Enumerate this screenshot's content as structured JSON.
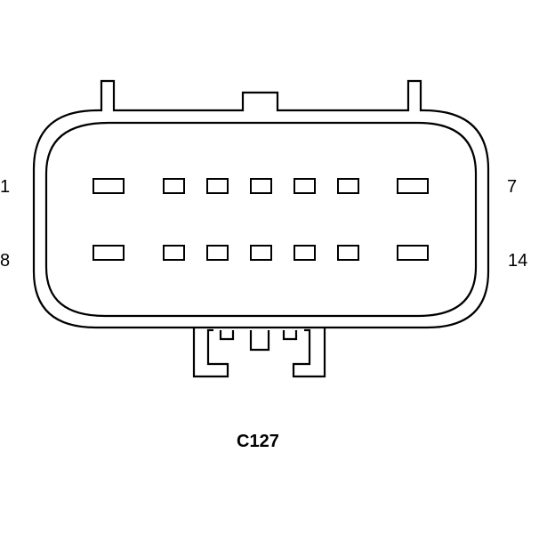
{
  "connector": {
    "id": "C127",
    "pin_labels": {
      "top_left": "1",
      "top_right": "7",
      "bottom_left": "8",
      "bottom_right": "14"
    },
    "rows": [
      {
        "cavities": [
          "wide",
          "narrow",
          "narrow",
          "narrow",
          "narrow",
          "narrow",
          "wide"
        ]
      },
      {
        "cavities": [
          "wide",
          "narrow",
          "narrow",
          "narrow",
          "narrow",
          "narrow",
          "wide"
        ]
      }
    ],
    "line_color": "#000000"
  }
}
